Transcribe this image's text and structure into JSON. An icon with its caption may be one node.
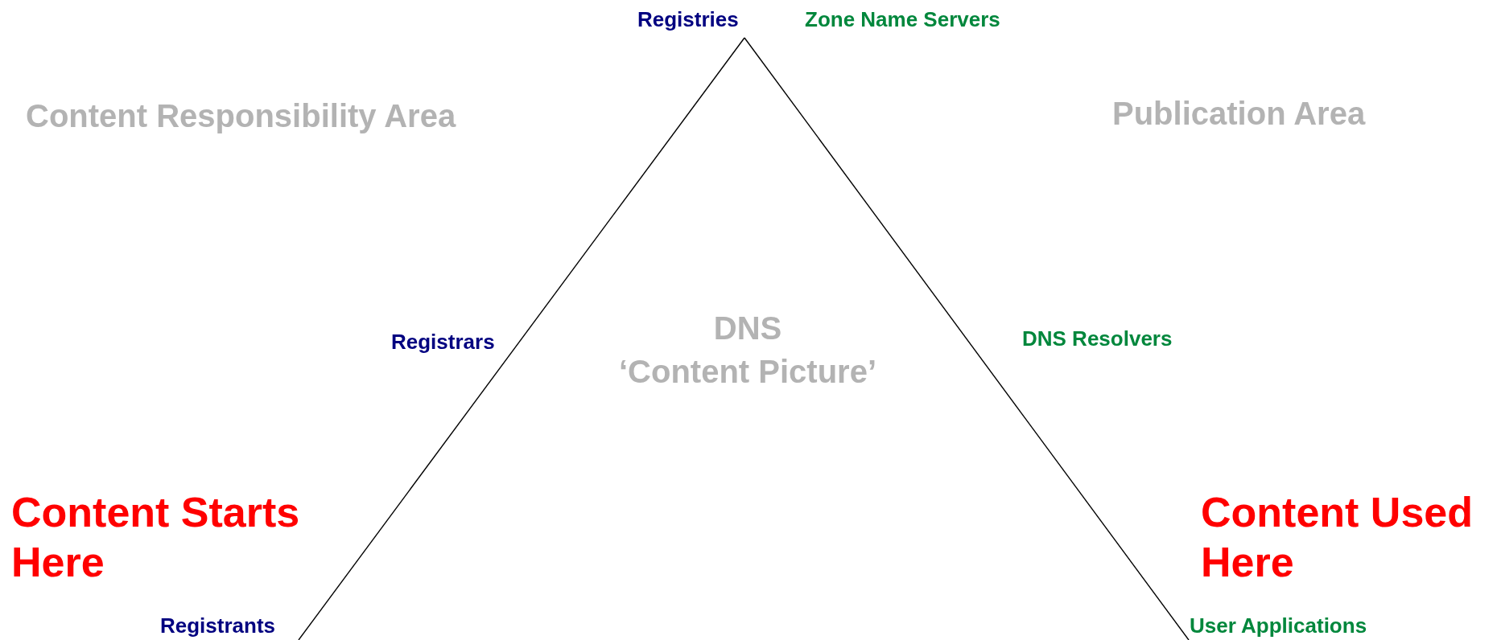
{
  "diagram": {
    "nodes": [
      {
        "text": [
          "Registries"
        ]
      },
      {
        "text": [
          "Zone Name Servers"
        ]
      },
      {
        "text": [
          "Registrars"
        ]
      },
      {
        "text": [
          "DNS Resolvers"
        ]
      },
      {
        "text": [
          "Registrants"
        ]
      },
      {
        "text": [
          "User Applications"
        ]
      }
    ],
    "edges": [
      {
        "from": 4,
        "to": 0,
        "arrow": "none"
      },
      {
        "from": 0,
        "to": 5,
        "arrow": "none"
      }
    ],
    "labels": [
      "Content Responsibility Area",
      "Publication Area",
      "DNS",
      "‘Content Picture’",
      "Content Starts Here",
      "Content Used Here"
    ]
  }
}
